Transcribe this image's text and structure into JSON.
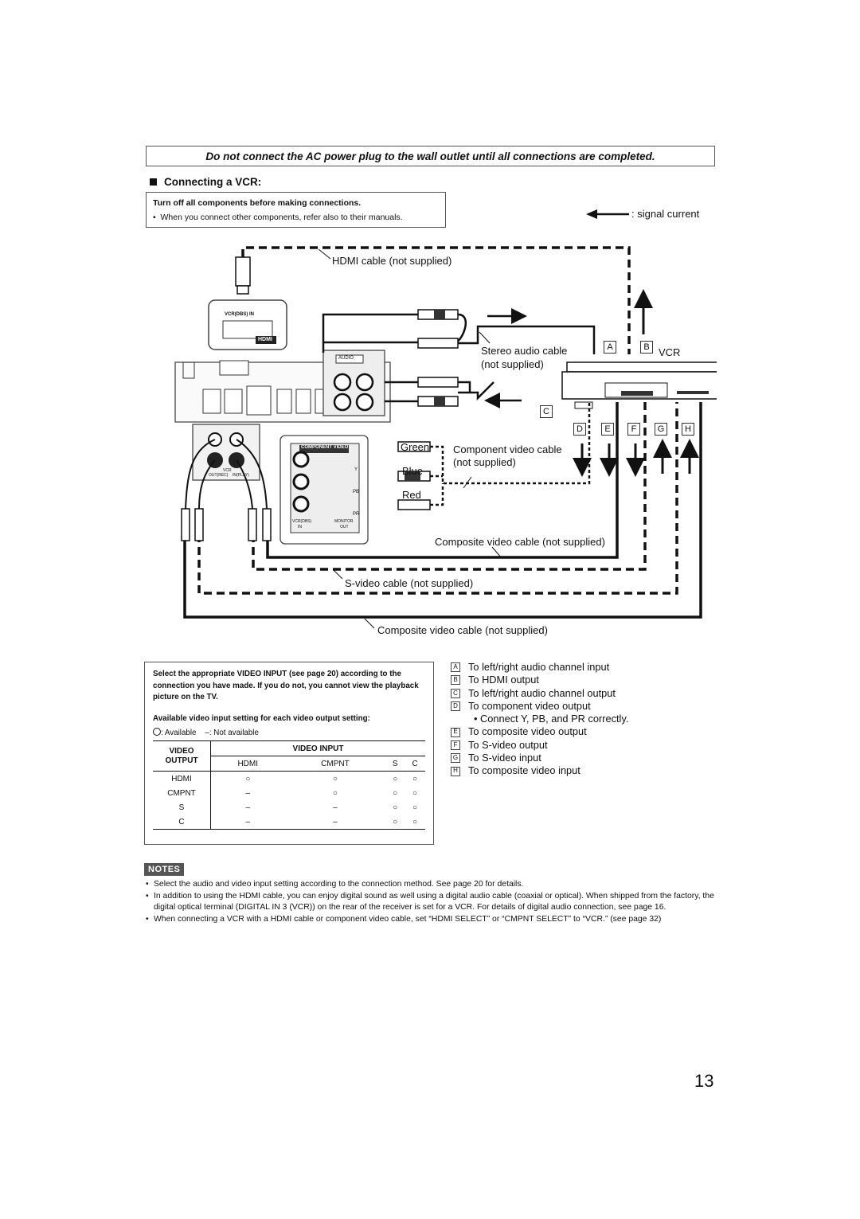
{
  "warning": "Do not connect the AC power plug to the wall outlet until all connections are completed.",
  "section_title": "Connecting a VCR:",
  "turnoff_box": {
    "title": "Turn off all components before making connections.",
    "bullet": "When you connect other components, refer also to their manuals."
  },
  "signal_legend": ": signal current",
  "diagram": {
    "hdmi_cable": "HDMI cable (not supplied)",
    "stereo_cable_1": "Stereo audio cable",
    "stereo_cable_2": "(not supplied)",
    "vcr": "VCR",
    "green": "Green",
    "blue": "Blue",
    "red": "Red",
    "component_cable_1": "Component video cable",
    "component_cable_2": "(not supplied)",
    "composite_cable_a": "Composite video cable (not supplied)",
    "svideo_cable": "S-video cable (not supplied)",
    "composite_cable_b": "Composite video cable (not supplied)",
    "jack_letters": [
      "A",
      "B",
      "C",
      "D",
      "E",
      "F",
      "G",
      "H"
    ],
    "panel": {
      "vcr_dbs_in": "VCR(DBS) IN",
      "hdmi": "HDMI",
      "audio": "AUDIO",
      "component_video": "COMPONENT VIDEO",
      "y": "Y",
      "pb": "PB",
      "pr": "PR",
      "vcr_dbs": "VCR(DBS)",
      "in": "IN",
      "monitor": "MONITOR",
      "out": "OUT",
      "vcr": "VCR",
      "out_rec": "OUT(REC)",
      "in_play": "IN(PLAY)"
    }
  },
  "select_box": {
    "para1": "Select the appropriate VIDEO INPUT (see page 20) according to the connection you have made. If you do not, you cannot view the playback picture on the TV.",
    "para2": "Available video input setting for each video output setting:",
    "available": ": Available",
    "not_available": "–: Not available",
    "table": {
      "h_output_1": "VIDEO",
      "h_output_2": "OUTPUT",
      "h_input": "VIDEO INPUT",
      "cols": [
        "HDMI",
        "CMPNT",
        "S",
        "C"
      ],
      "rows": [
        {
          "label": "HDMI",
          "cells": [
            "○",
            "○",
            "○",
            "○"
          ]
        },
        {
          "label": "CMPNT",
          "cells": [
            "–",
            "○",
            "○",
            "○"
          ]
        },
        {
          "label": "S",
          "cells": [
            "–",
            "–",
            "○",
            "○"
          ]
        },
        {
          "label": "C",
          "cells": [
            "–",
            "–",
            "○",
            "○"
          ]
        }
      ]
    }
  },
  "legend": [
    {
      "key": "A",
      "text": "To left/right audio channel input"
    },
    {
      "key": "B",
      "text": "To HDMI output"
    },
    {
      "key": "C",
      "text": "To left/right audio channel output"
    },
    {
      "key": "D",
      "text": "To component video output"
    },
    {
      "key": "",
      "text": "• Connect Y, PB, and PR correctly."
    },
    {
      "key": "E",
      "text": "To composite video output"
    },
    {
      "key": "F",
      "text": "To S-video output"
    },
    {
      "key": "G",
      "text": "To S-video input"
    },
    {
      "key": "H",
      "text": "To composite video input"
    }
  ],
  "notes_label": "NOTES",
  "notes": [
    "Select the audio and video input setting according to the connection method. See page 20 for details.",
    "In addition to using the HDMI cable, you can enjoy digital sound as well using a digital audio cable (coaxial or optical). When shipped from the factory, the digital optical terminal (DIGITAL IN 3 (VCR)) on the rear of the receiver is set for a VCR. For details of digital audio connection, see page 16.",
    "When connecting a VCR with a HDMI cable or component video cable, set “HDMI SELECT” or “CMPNT SELECT” to “VCR.” (see page 32)"
  ],
  "page_number": "13"
}
